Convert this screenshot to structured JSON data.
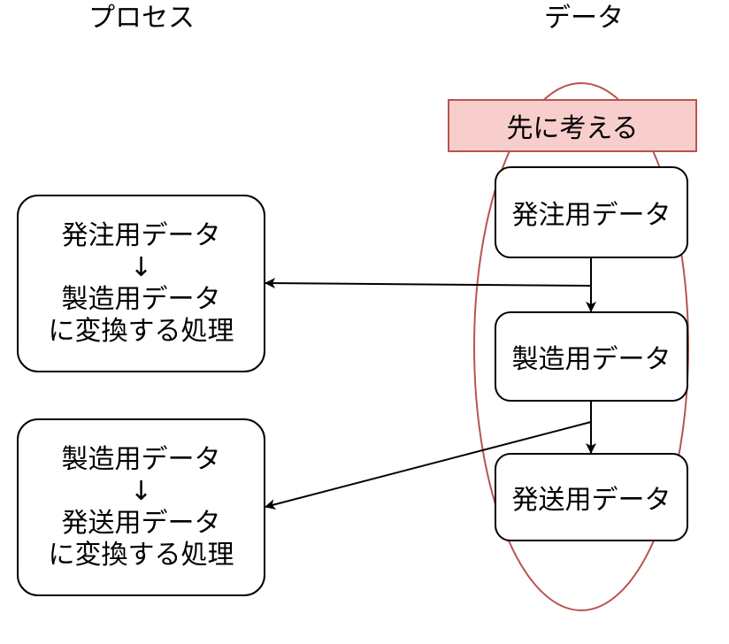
{
  "headers": {
    "process": "プロセス",
    "data": "データ"
  },
  "data_column": {
    "badge": "先に考える",
    "nodes": [
      {
        "label": "発注用データ"
      },
      {
        "label": "製造用データ"
      },
      {
        "label": "発送用データ"
      }
    ]
  },
  "process_column": {
    "nodes": [
      {
        "line1": "発注用データ",
        "line2": "↓",
        "line3": "製造用データ",
        "line4": "に変換する処理"
      },
      {
        "line1": "製造用データ",
        "line2": "↓",
        "line3": "発送用データ",
        "line4": "に変換する処理"
      }
    ]
  },
  "colors": {
    "ellipse_stroke": "#b85450",
    "badge_fill": "#f8cecc",
    "badge_stroke": "#b85450",
    "edge": "#000000"
  }
}
